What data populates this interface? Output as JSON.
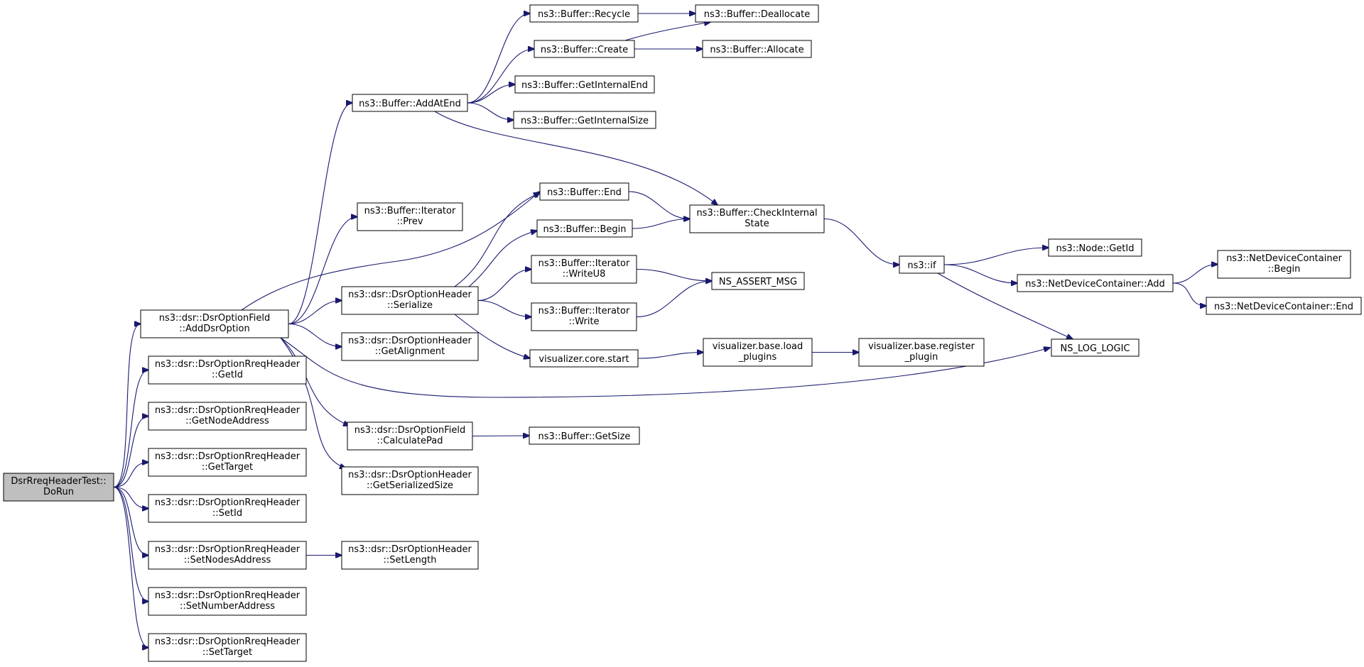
{
  "colors": {
    "edge": "#191970",
    "node_fill": "#ffffff",
    "root_fill": "#bfbfbf",
    "border": "#000000"
  },
  "nodes": {
    "dorun": [
      "DsrRreqHeaderTest::",
      "DoRun"
    ],
    "adddsroption": [
      "ns3::dsr::DsrOptionField",
      "::AddDsrOption"
    ],
    "getid_rreq": [
      "ns3::dsr::DsrOptionRreqHeader",
      "::GetId"
    ],
    "getnodeaddress": [
      "ns3::dsr::DsrOptionRreqHeader",
      "::GetNodeAddress"
    ],
    "gettarget": [
      "ns3::dsr::DsrOptionRreqHeader",
      "::GetTarget"
    ],
    "setid": [
      "ns3::dsr::DsrOptionRreqHeader",
      "::SetId"
    ],
    "setnodesaddress": [
      "ns3::dsr::DsrOptionRreqHeader",
      "::SetNodesAddress"
    ],
    "setnumberaddress": [
      "ns3::dsr::DsrOptionRreqHeader",
      "::SetNumberAddress"
    ],
    "settarget": [
      "ns3::dsr::DsrOptionRreqHeader",
      "::SetTarget"
    ],
    "addatend": [
      "ns3::Buffer::AddAtEnd"
    ],
    "iter_prev": [
      "ns3::Buffer::Iterator",
      "::Prev"
    ],
    "serialize": [
      "ns3::dsr::DsrOptionHeader",
      "::Serialize"
    ],
    "getalignment": [
      "ns3::dsr::DsrOptionHeader",
      "::GetAlignment"
    ],
    "calculatepad": [
      "ns3::dsr::DsrOptionField",
      "::CalculatePad"
    ],
    "getserializedsize": [
      "ns3::dsr::DsrOptionHeader",
      "::GetSerializedSize"
    ],
    "setlength": [
      "ns3::dsr::DsrOptionHeader",
      "::SetLength"
    ],
    "recycle": [
      "ns3::Buffer::Recycle"
    ],
    "create": [
      "ns3::Buffer::Create"
    ],
    "getinternalend": [
      "ns3::Buffer::GetInternalEnd"
    ],
    "getinternalsize": [
      "ns3::Buffer::GetInternalSize"
    ],
    "deallocate": [
      "ns3::Buffer::Deallocate"
    ],
    "allocate": [
      "ns3::Buffer::Allocate"
    ],
    "end": [
      "ns3::Buffer::End"
    ],
    "begin": [
      "ns3::Buffer::Begin"
    ],
    "writeu8": [
      "ns3::Buffer::Iterator",
      "::WriteU8"
    ],
    "write": [
      "ns3::Buffer::Iterator",
      "::Write"
    ],
    "core_start": [
      "visualizer.core.start"
    ],
    "getsize": [
      "ns3::Buffer::GetSize"
    ],
    "checkinternal": [
      "ns3::Buffer::CheckInternal",
      "State"
    ],
    "ns_assert_msg": [
      "NS_ASSERT_MSG"
    ],
    "load_plugins": [
      "visualizer.base.load",
      "_plugins"
    ],
    "register_plugin": [
      "visualizer.base.register",
      "_plugin"
    ],
    "ns3_if": [
      "ns3::if"
    ],
    "node_getid": [
      "ns3::Node::GetId"
    ],
    "ndc_add": [
      "ns3::NetDeviceContainer::Add"
    ],
    "ns_log_logic": [
      "NS_LOG_LOGIC"
    ],
    "ndc_begin": [
      "ns3::NetDeviceContainer",
      "::Begin"
    ],
    "ndc_end": [
      "ns3::NetDeviceContainer::End"
    ]
  },
  "edges": [
    [
      "dorun",
      "adddsroption"
    ],
    [
      "dorun",
      "getid_rreq"
    ],
    [
      "dorun",
      "getnodeaddress"
    ],
    [
      "dorun",
      "gettarget"
    ],
    [
      "dorun",
      "setid"
    ],
    [
      "dorun",
      "setnodesaddress"
    ],
    [
      "dorun",
      "setnumberaddress"
    ],
    [
      "dorun",
      "settarget"
    ],
    [
      "adddsroption",
      "addatend"
    ],
    [
      "adddsroption",
      "iter_prev"
    ],
    [
      "adddsroption",
      "end"
    ],
    [
      "adddsroption",
      "serialize"
    ],
    [
      "adddsroption",
      "getalignment"
    ],
    [
      "adddsroption",
      "calculatepad"
    ],
    [
      "adddsroption",
      "getserializedsize"
    ],
    [
      "adddsroption",
      "ns_log_logic"
    ],
    [
      "setnodesaddress",
      "setlength"
    ],
    [
      "addatend",
      "recycle"
    ],
    [
      "addatend",
      "create"
    ],
    [
      "addatend",
      "getinternalend"
    ],
    [
      "addatend",
      "getinternalsize"
    ],
    [
      "addatend",
      "checkinternal"
    ],
    [
      "recycle",
      "deallocate"
    ],
    [
      "create",
      "deallocate"
    ],
    [
      "create",
      "allocate"
    ],
    [
      "serialize",
      "end"
    ],
    [
      "serialize",
      "begin"
    ],
    [
      "serialize",
      "writeu8"
    ],
    [
      "serialize",
      "write"
    ],
    [
      "serialize",
      "core_start"
    ],
    [
      "end",
      "checkinternal"
    ],
    [
      "begin",
      "checkinternal"
    ],
    [
      "writeu8",
      "ns_assert_msg"
    ],
    [
      "write",
      "ns_assert_msg"
    ],
    [
      "core_start",
      "load_plugins"
    ],
    [
      "load_plugins",
      "register_plugin"
    ],
    [
      "calculatepad",
      "getsize"
    ],
    [
      "checkinternal",
      "ns3_if"
    ],
    [
      "ns3_if",
      "node_getid"
    ],
    [
      "ns3_if",
      "ndc_add"
    ],
    [
      "ns3_if",
      "ns_log_logic"
    ],
    [
      "ndc_add",
      "ndc_begin"
    ],
    [
      "ndc_add",
      "ndc_end"
    ]
  ]
}
